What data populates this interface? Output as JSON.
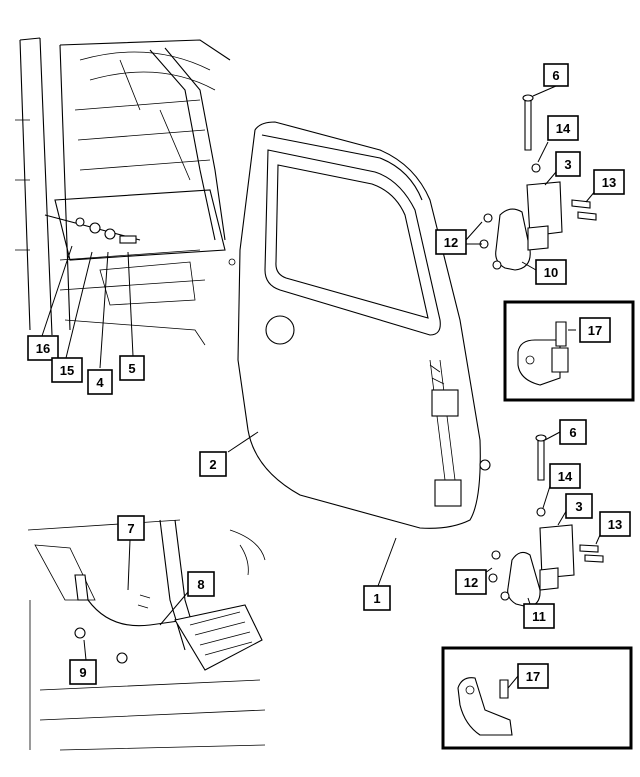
{
  "diagram": {
    "callouts": [
      {
        "id": "c6a",
        "label": "6"
      },
      {
        "id": "c14a",
        "label": "14"
      },
      {
        "id": "c3a",
        "label": "3"
      },
      {
        "id": "c13a",
        "label": "13"
      },
      {
        "id": "c12a",
        "label": "12"
      },
      {
        "id": "c10",
        "label": "10"
      },
      {
        "id": "c17a",
        "label": "17"
      },
      {
        "id": "c16",
        "label": "16"
      },
      {
        "id": "c15",
        "label": "15"
      },
      {
        "id": "c4",
        "label": "4"
      },
      {
        "id": "c5",
        "label": "5"
      },
      {
        "id": "c2",
        "label": "2"
      },
      {
        "id": "c6b",
        "label": "6"
      },
      {
        "id": "c14b",
        "label": "14"
      },
      {
        "id": "c3b",
        "label": "3"
      },
      {
        "id": "c13b",
        "label": "13"
      },
      {
        "id": "c7",
        "label": "7"
      },
      {
        "id": "c8",
        "label": "8"
      },
      {
        "id": "c9",
        "label": "9"
      },
      {
        "id": "c1",
        "label": "1"
      },
      {
        "id": "c12b",
        "label": "12"
      },
      {
        "id": "c11",
        "label": "11"
      },
      {
        "id": "c17b",
        "label": "17"
      }
    ]
  }
}
